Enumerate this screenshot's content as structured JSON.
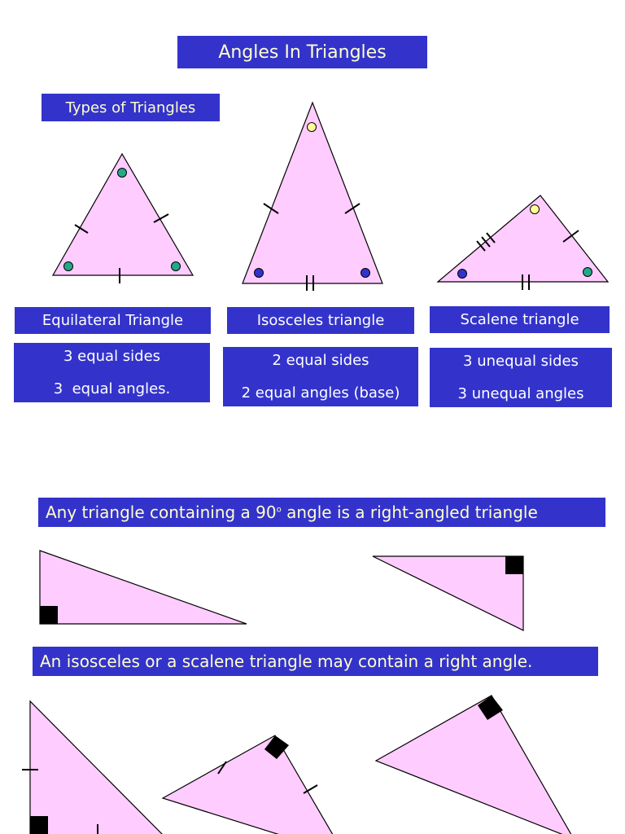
{
  "title": "Angles In Triangles",
  "subtitle": "Types of Triangles",
  "types": [
    {
      "label": "Equilateral Triangle",
      "line1": "3 equal sides",
      "line2": "3  equal angles."
    },
    {
      "label": "Isosceles triangle",
      "line1": "2 equal sides",
      "line2": "2 equal angles (base)"
    },
    {
      "label": "Scalene triangle",
      "line1": "3 unequal sides",
      "line2": "3 unequal angles"
    }
  ],
  "right_angle_note": {
    "before": "Any triangle containing a 90",
    "degree": "o",
    "after": " angle is a right-angled triangle"
  },
  "right_angle_types_note": "An isosceles or a scalene triangle may contain a right angle.",
  "colors": {
    "box_blue": "#3333cc",
    "triangle_fill": "#ffccff",
    "green_marker": "#22aa88",
    "yellow_marker": "#ffff99",
    "blue_marker": "#3333cc"
  }
}
